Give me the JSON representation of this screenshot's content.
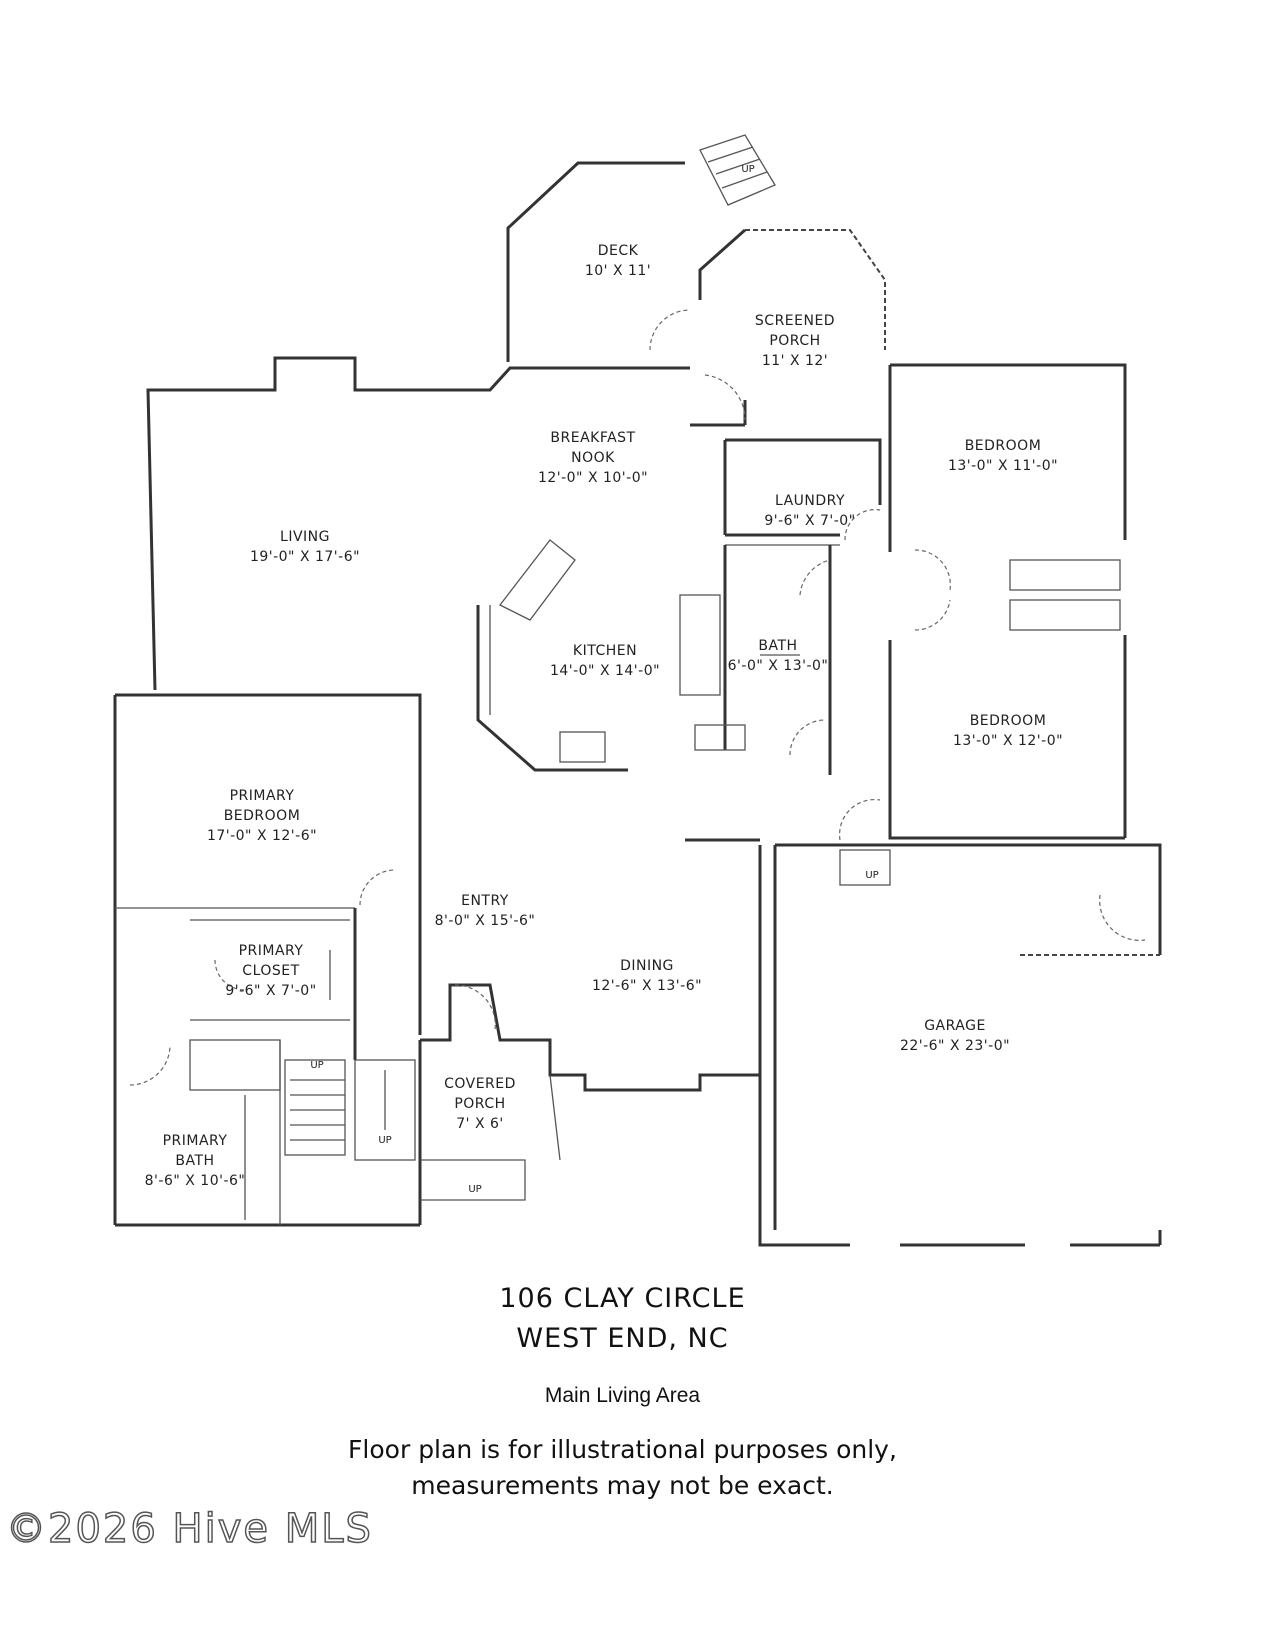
{
  "rooms": {
    "deck": {
      "name": "DECK",
      "dims": "10' X 11'"
    },
    "screened_porch": {
      "name1": "SCREENED",
      "name2": "PORCH",
      "dims": "11' X 12'"
    },
    "breakfast_nook": {
      "name1": "BREAKFAST",
      "name2": "NOOK",
      "dims": "12'-0\" X 10'-0\""
    },
    "laundry": {
      "name": "LAUNDRY",
      "dims": "9'-6\" X 7'-0\""
    },
    "bedroom_upper": {
      "name": "BEDROOM",
      "dims": "13'-0\" X 11'-0\""
    },
    "living": {
      "name": "LIVING",
      "dims": "19'-0\" X 17'-6\""
    },
    "kitchen": {
      "name": "KITCHEN",
      "dims": "14'-0\" X 14'-0\""
    },
    "bath": {
      "name": "BATH",
      "dims": "6'-0\" X 13'-0\""
    },
    "bedroom_lower": {
      "name": "BEDROOM",
      "dims": "13'-0\" X 12'-0\""
    },
    "primary_bedroom": {
      "name1": "PRIMARY",
      "name2": "BEDROOM",
      "dims": "17'-0\" X 12'-6\""
    },
    "entry": {
      "name": "ENTRY",
      "dims": "8'-0\" X 15'-6\""
    },
    "primary_closet": {
      "name1": "PRIMARY",
      "name2": "CLOSET",
      "dims": "9'-6\" X 7'-0\""
    },
    "dining": {
      "name": "DINING",
      "dims": "12'-6\" X 13'-6\""
    },
    "garage": {
      "name": "GARAGE",
      "dims": "22'-6\" X 23'-0\""
    },
    "covered_porch": {
      "name1": "COVERED",
      "name2": "PORCH",
      "dims": "7' X 6'"
    },
    "primary_bath": {
      "name1": "PRIMARY",
      "name2": "BATH",
      "dims": "8'-6\" X 10'-6\""
    }
  },
  "stair_labels": {
    "deck_stairs": "UP",
    "garage_step": "UP",
    "stair_up_left": "UP",
    "stair_up_right": "UP",
    "porch_step_label": "UP"
  },
  "caption": {
    "address_line1": "106 CLAY CIRCLE",
    "address_line2": "WEST END, NC",
    "subtitle": "Main Living Area",
    "disclaimer_line1": "Floor plan is for illustrational purposes only,",
    "disclaimer_line2": "measurements may not be exact."
  },
  "watermark": "©2026 Hive MLS"
}
